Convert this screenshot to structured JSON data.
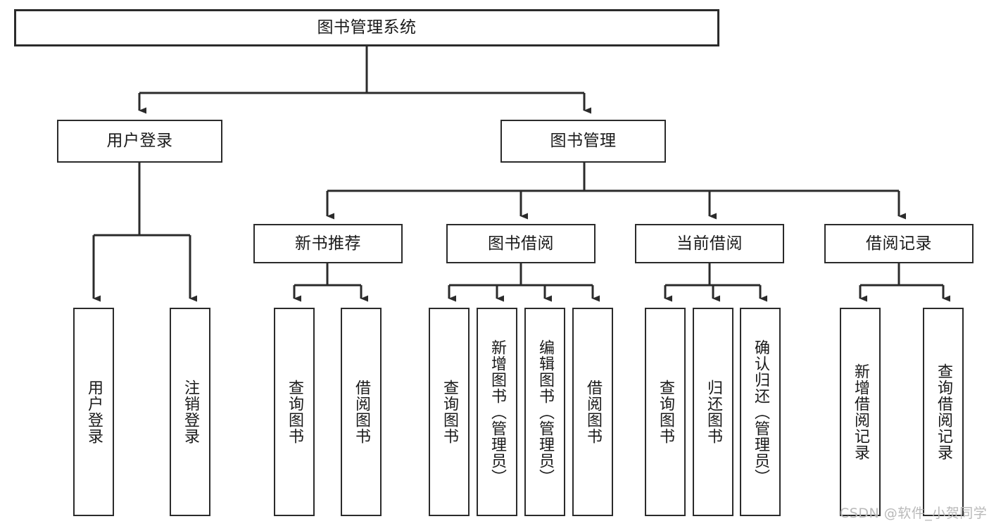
{
  "diagram": {
    "type": "hierarchy-tree",
    "title": "图书管理系统",
    "orientation": "top-down",
    "levels": 4,
    "colors": {
      "box_border": "#2b2b2b",
      "box_fill": "#ffffff",
      "connector": "#2b2b2b",
      "text": "#1a1a1a",
      "watermark": "#b9b9b9",
      "background": "#ffffff"
    }
  },
  "root": {
    "label": "图书管理系统"
  },
  "level2": [
    {
      "label": "用户登录"
    },
    {
      "label": "图书管理"
    }
  ],
  "level3": [
    {
      "label": "新书推荐"
    },
    {
      "label": "图书借阅"
    },
    {
      "label": "当前借阅"
    },
    {
      "label": "借阅记录"
    }
  ],
  "leaves": {
    "user_login": [
      {
        "label": "用户登录"
      },
      {
        "label": "注销登录"
      }
    ],
    "new_book_recommend": [
      {
        "label": "查询图书"
      },
      {
        "label": "借阅图书"
      }
    ],
    "book_borrow": [
      {
        "label": "查询图书"
      },
      {
        "label": "新增图书（管理员）"
      },
      {
        "label": "编辑图书（管理员）"
      },
      {
        "label": "借阅图书"
      }
    ],
    "current_borrow": [
      {
        "label": "查询图书"
      },
      {
        "label": "归还图书"
      },
      {
        "label": "确认归还（管理员）"
      }
    ],
    "borrow_record": [
      {
        "label": "新增借阅记录"
      },
      {
        "label": "查询借阅记录"
      }
    ]
  },
  "watermark": {
    "text": "CSDN @软件_小贺同学"
  }
}
